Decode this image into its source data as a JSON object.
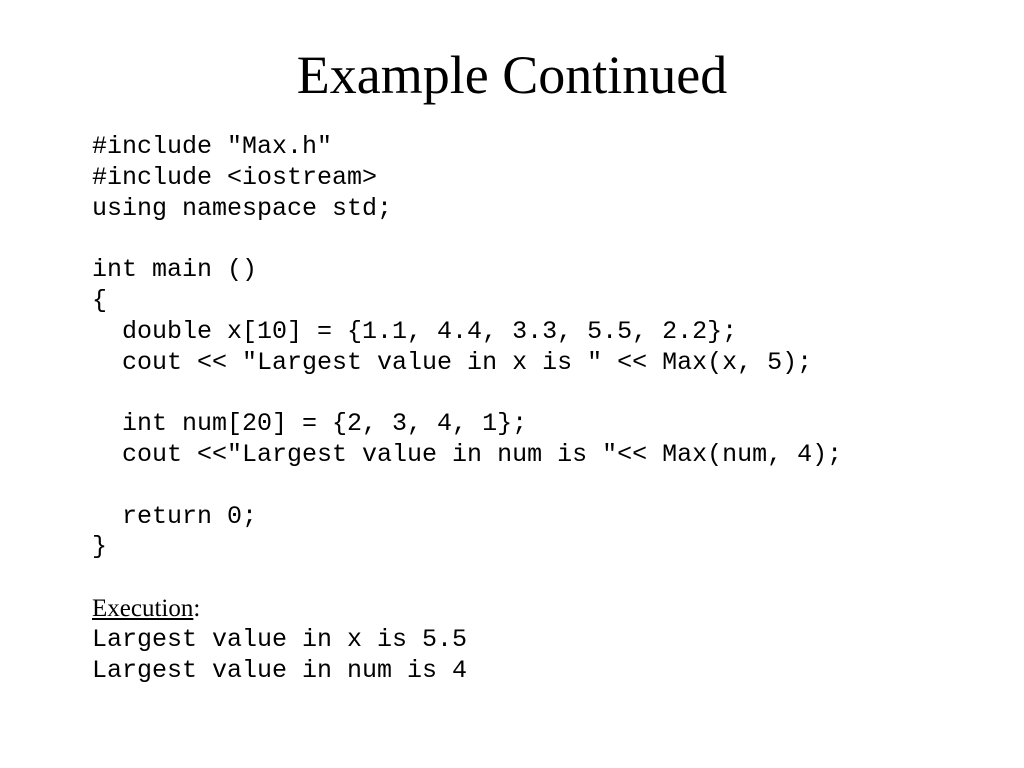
{
  "slide": {
    "title": "Example Continued",
    "code_lines": [
      "#include \"Max.h\"",
      "#include <iostream>",
      "using namespace std;",
      "",
      "int main ()",
      "{",
      "  double x[10] = {1.1, 4.4, 3.3, 5.5, 2.2};",
      "  cout << \"Largest value in x is \" << Max(x, 5);",
      "",
      "  int num[20] = {2, 3, 4, 1};",
      "  cout <<\"Largest value in num is \"<< Max(num, 4);",
      "",
      "  return 0;",
      "}"
    ],
    "execution_label": "Execution",
    "execution_colon": ":",
    "output_lines": [
      "Largest value in x is 5.5",
      "Largest value in num is 4"
    ]
  }
}
